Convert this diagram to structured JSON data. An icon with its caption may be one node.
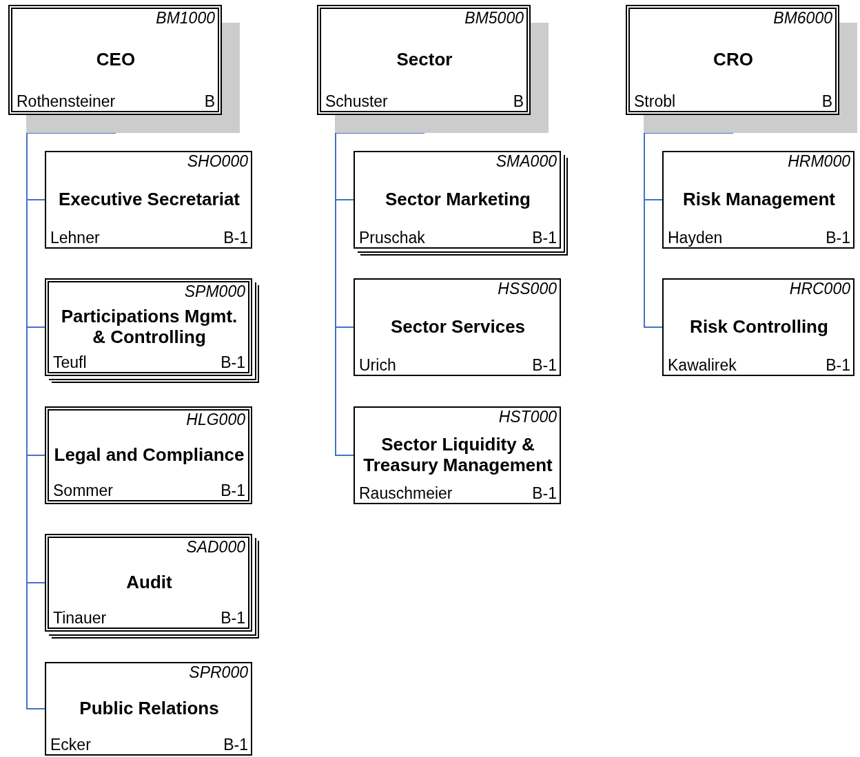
{
  "diagram": {
    "nodes": [
      {
        "text": [
          "BM1000",
          "CEO",
          "Rothensteiner",
          "B"
        ]
      },
      {
        "text": [
          "SHO000",
          "Executive Secretariat",
          "Lehner",
          "B-1"
        ]
      },
      {
        "text": [
          "SPM000",
          "Participations Mgmt. & Controlling",
          "Teufl",
          "B-1"
        ]
      },
      {
        "text": [
          "HLG000",
          "Legal and Compliance",
          "Sommer",
          "B-1"
        ]
      },
      {
        "text": [
          "SAD000",
          "Audit",
          "Tinauer",
          "B-1"
        ]
      },
      {
        "text": [
          "SPR000",
          "Public Relations",
          "Ecker",
          "B-1"
        ]
      },
      {
        "text": [
          "BM5000",
          "Sector",
          "Schuster",
          "B"
        ]
      },
      {
        "text": [
          "SMA000",
          "Sector Marketing",
          "Pruschak",
          "B-1"
        ]
      },
      {
        "text": [
          "HSS000",
          "Sector Services",
          "Urich",
          "B-1"
        ]
      },
      {
        "text": [
          "HST000",
          "Sector Liquidity & Treasury Management",
          "Rauschmeier",
          "B-1"
        ]
      },
      {
        "text": [
          "BM6000",
          "CRO",
          "Strobl",
          "B"
        ]
      },
      {
        "text": [
          "HRM000",
          "Risk Management",
          "Hayden",
          "B-1"
        ]
      },
      {
        "text": [
          "HRC000",
          "Risk Controlling",
          "Kawalirek",
          "B-1"
        ]
      }
    ],
    "edges": [
      {
        "from": 0,
        "to": 1,
        "arrow": "none"
      },
      {
        "from": 0,
        "to": 2,
        "arrow": "none"
      },
      {
        "from": 0,
        "to": 3,
        "arrow": "none"
      },
      {
        "from": 0,
        "to": 4,
        "arrow": "none"
      },
      {
        "from": 0,
        "to": 5,
        "arrow": "none"
      },
      {
        "from": 6,
        "to": 7,
        "arrow": "none"
      },
      {
        "from": 6,
        "to": 8,
        "arrow": "none"
      },
      {
        "from": 6,
        "to": 9,
        "arrow": "none"
      },
      {
        "from": 10,
        "to": 11,
        "arrow": "none"
      },
      {
        "from": 10,
        "to": 12,
        "arrow": "none"
      }
    ]
  }
}
